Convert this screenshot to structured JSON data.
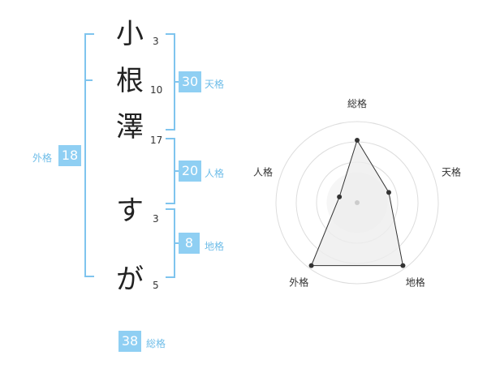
{
  "name": {
    "characters": [
      {
        "char": "小",
        "strokes": "3"
      },
      {
        "char": "根",
        "strokes": "10"
      },
      {
        "char": "澤",
        "strokes": "17"
      },
      {
        "char": "す",
        "strokes": "3"
      },
      {
        "char": "が",
        "strokes": "5"
      }
    ]
  },
  "fortune": {
    "tenkaku": {
      "label": "天格",
      "value": "30"
    },
    "jinkaku": {
      "label": "人格",
      "value": "20"
    },
    "chikaku": {
      "label": "地格",
      "value": "8"
    },
    "gaikaku": {
      "label": "外格",
      "value": "18"
    },
    "soukaku": {
      "label": "総格",
      "value": "38"
    }
  },
  "radar": {
    "axes": [
      "総格",
      "天格",
      "地格",
      "外格",
      "人格"
    ],
    "values": [
      0.77,
      0.41,
      0.96,
      0.96,
      0.23
    ],
    "rings": 4,
    "stroke_color": "#333333",
    "fill_color": "#eeeeee"
  },
  "colors": {
    "accent": "#8fcff3",
    "accent_text": "#6fbde8"
  }
}
